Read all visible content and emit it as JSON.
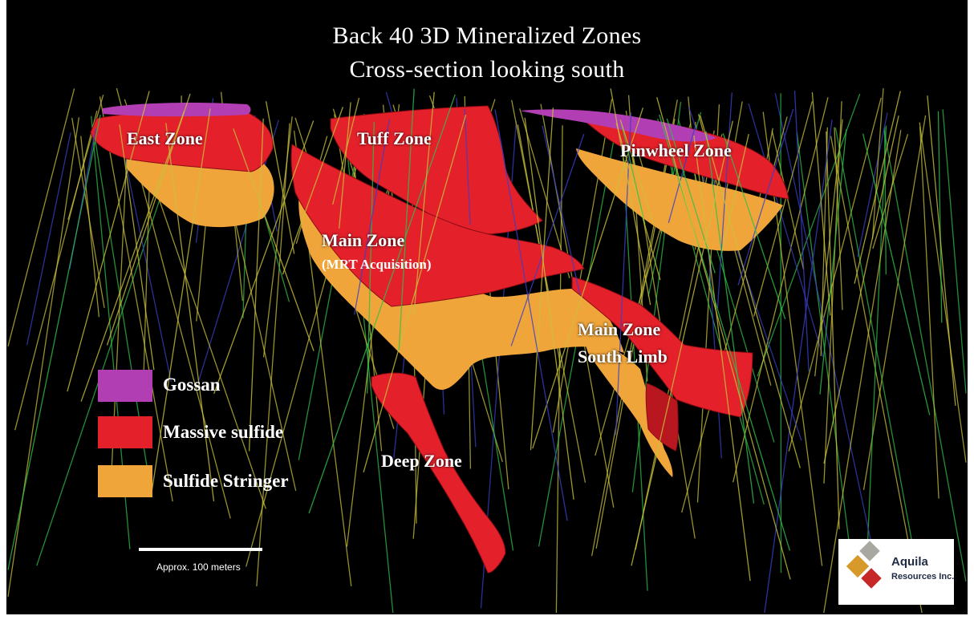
{
  "title": {
    "line1": "Back 40 3D Mineralized Zones",
    "line2": "Cross-section looking south"
  },
  "zones": {
    "east": "East Zone",
    "tuff": "Tuff Zone",
    "pinwheel": "Pinwheel Zone",
    "main": "Main Zone",
    "main_sub": "(MRT Acquisition)",
    "south_limb_line1": "Main Zone",
    "south_limb_line2": "South Limb",
    "deep": "Deep Zone"
  },
  "legend": [
    {
      "label": "Gossan",
      "color": "#b13fb3"
    },
    {
      "label": "Massive sulfide",
      "color": "#e4202a"
    },
    {
      "label": "Sulfide Stringer",
      "color": "#f0a53a"
    }
  ],
  "scale": {
    "label": "Approx. 100 meters"
  },
  "logo": {
    "name": "Aquila",
    "subtitle": "Resources Inc."
  },
  "colors": {
    "background": "#000000",
    "gossan": "#b13fb3",
    "massive_sulfide": "#e4202a",
    "sulfide_stringer": "#f0a53a",
    "drillhole_yellow": "#c8c23a",
    "drillhole_blue": "#3a40c8",
    "drillhole_green": "#2fbf4a"
  }
}
